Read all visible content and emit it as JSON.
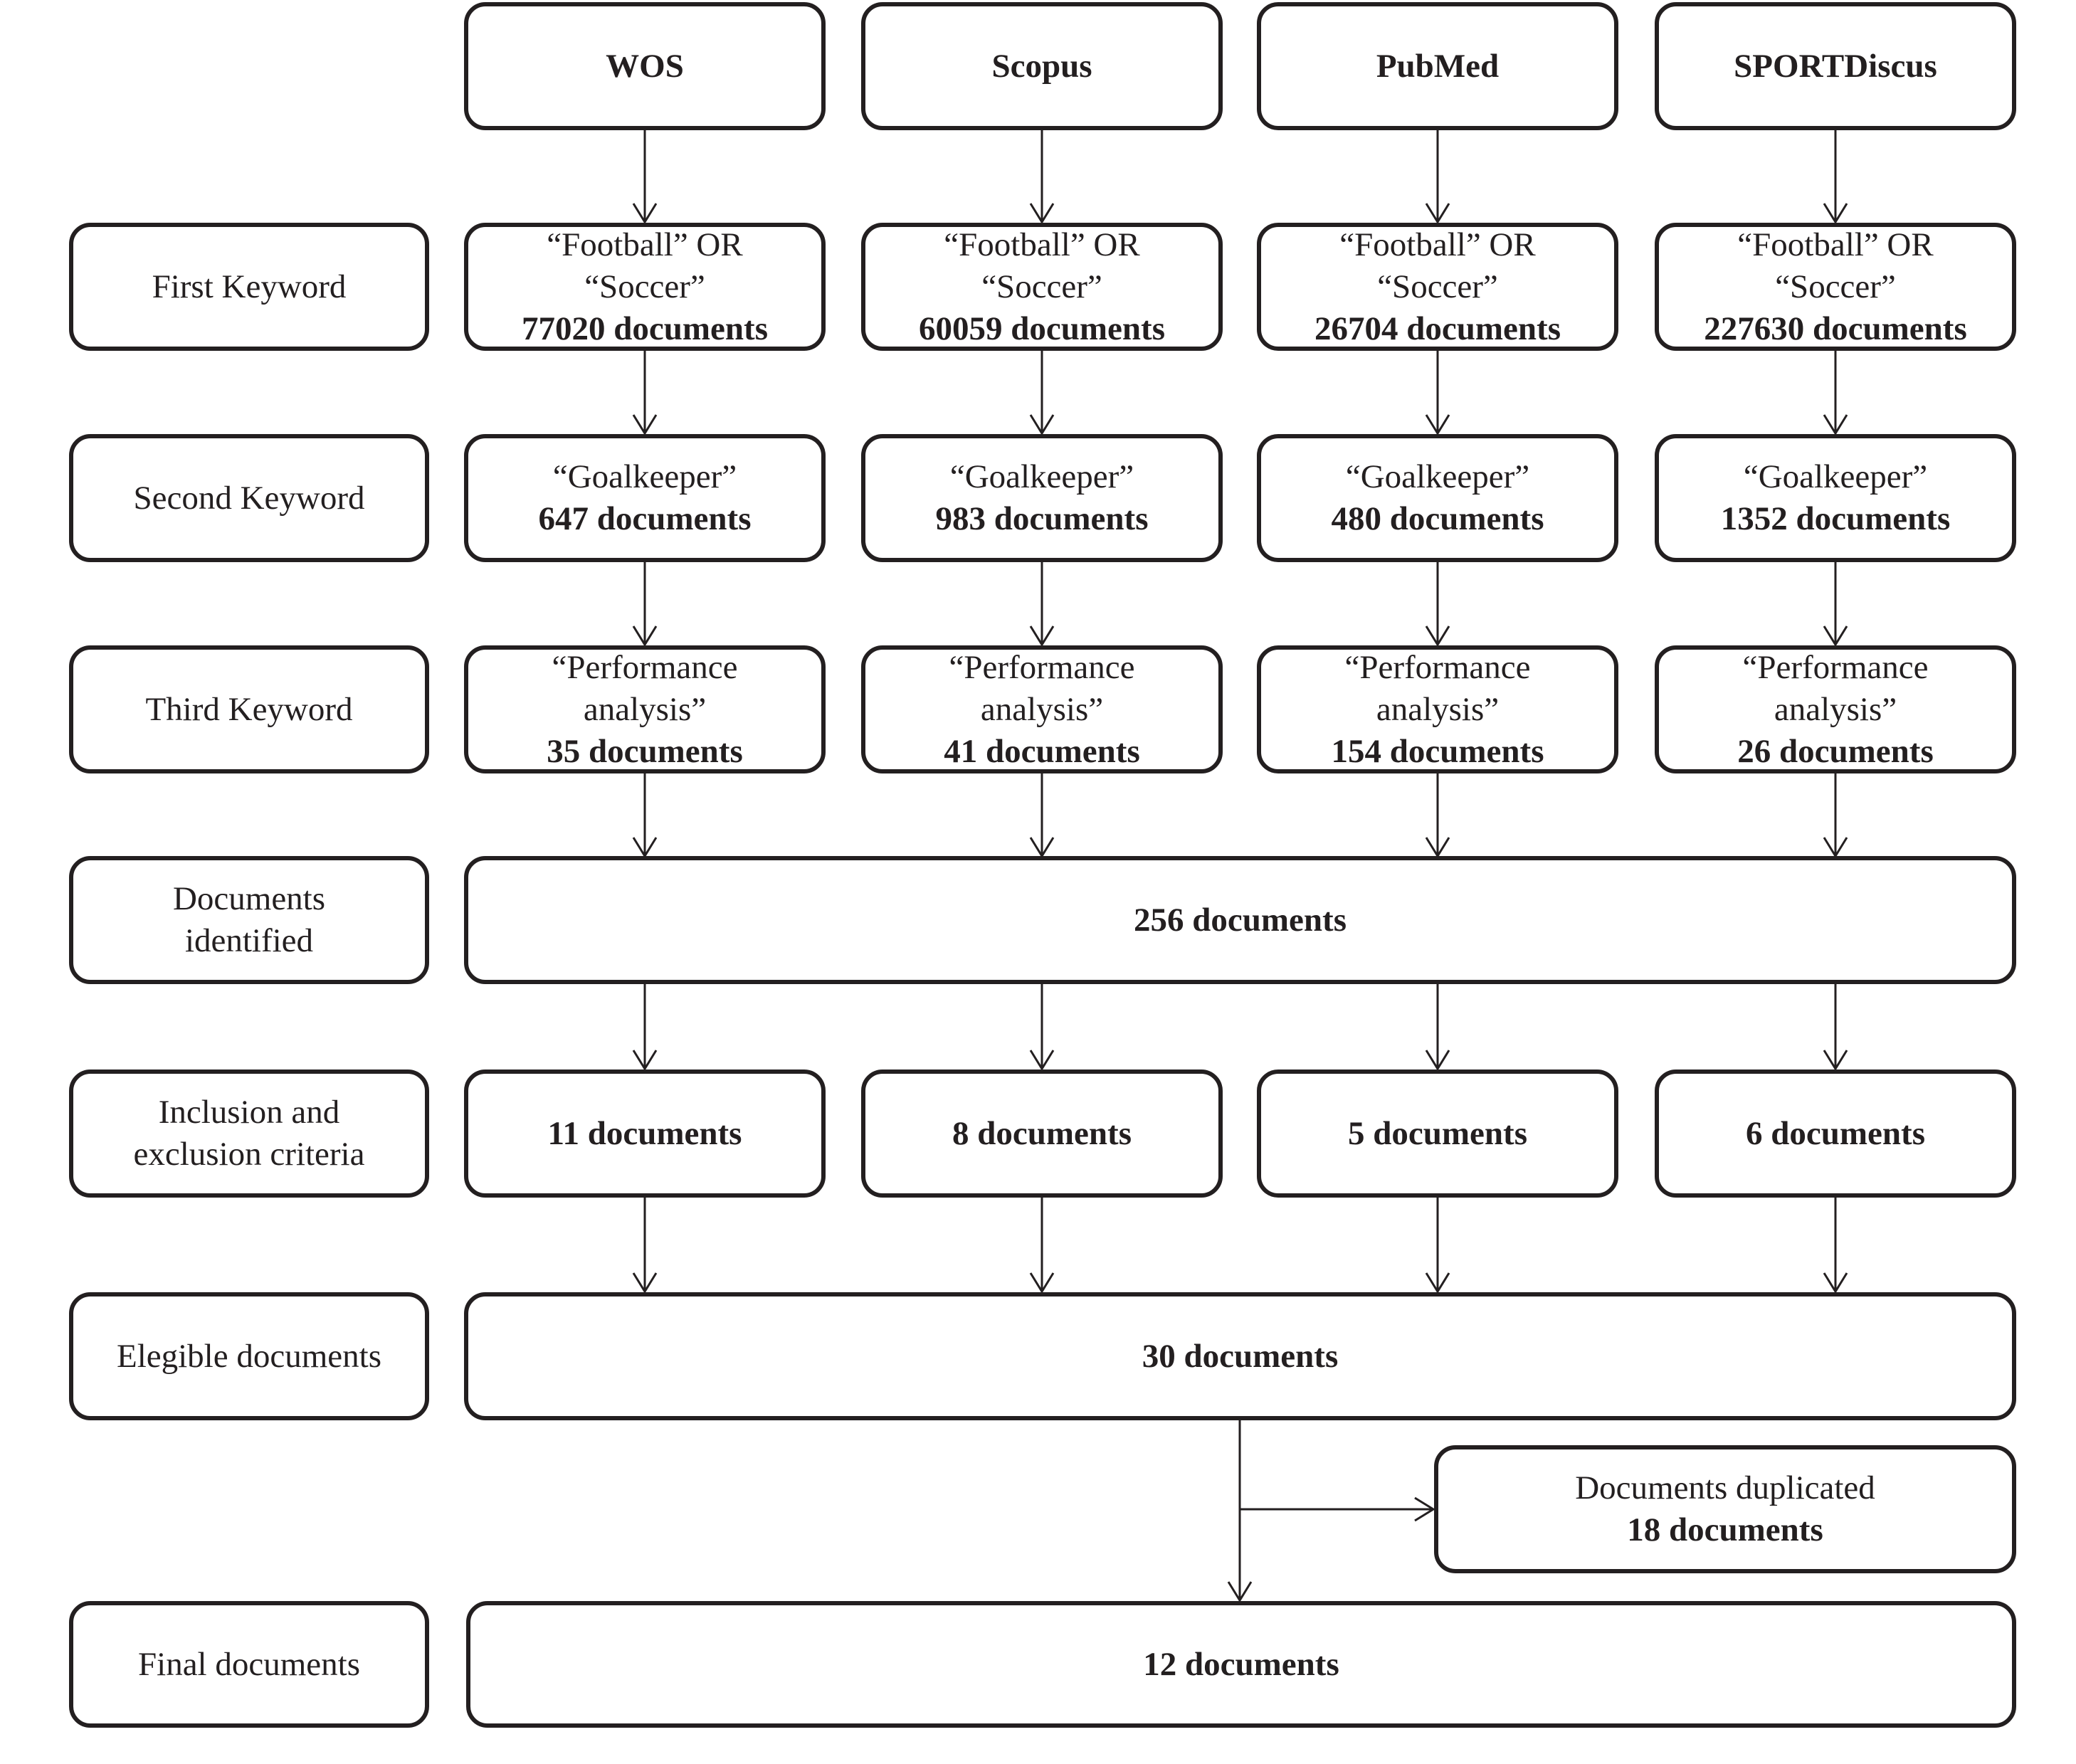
{
  "databases": [
    "WOS",
    "Scopus",
    "PubMed",
    "SPORTDiscus"
  ],
  "stages": {
    "first_keyword": "First Keyword",
    "second_keyword": "Second Keyword",
    "third_keyword": "Third Keyword",
    "documents_identified": [
      "Documents",
      "identified"
    ],
    "inclusion_exclusion": [
      "Inclusion and",
      "exclusion criteria"
    ],
    "elegible_documents": "Elegible documents",
    "final_documents": "Final documents"
  },
  "first_keyword_query": [
    "“Football” OR",
    "“Soccer”"
  ],
  "first_keyword_counts": [
    "77020 documents",
    "60059 documents",
    "26704 documents",
    "227630 documents"
  ],
  "second_keyword_query": "“Goalkeeper”",
  "second_keyword_counts": [
    "647 documents",
    "983 documents",
    "480 documents",
    "1352 documents"
  ],
  "third_keyword_query": [
    "“Performance",
    "analysis”"
  ],
  "third_keyword_counts": [
    "35 documents",
    "41 documents",
    "154 documents",
    "26 documents"
  ],
  "identified_total": "256 documents",
  "inclusion_counts": [
    "11 documents",
    "8 documents",
    "5 documents",
    "6 documents"
  ],
  "elegible_total": "30 documents",
  "duplicated": {
    "label": "Documents duplicated",
    "count": "18 documents"
  },
  "final_total": "12 documents",
  "colors": {
    "line": "#231f20",
    "background": "#ffffff"
  }
}
